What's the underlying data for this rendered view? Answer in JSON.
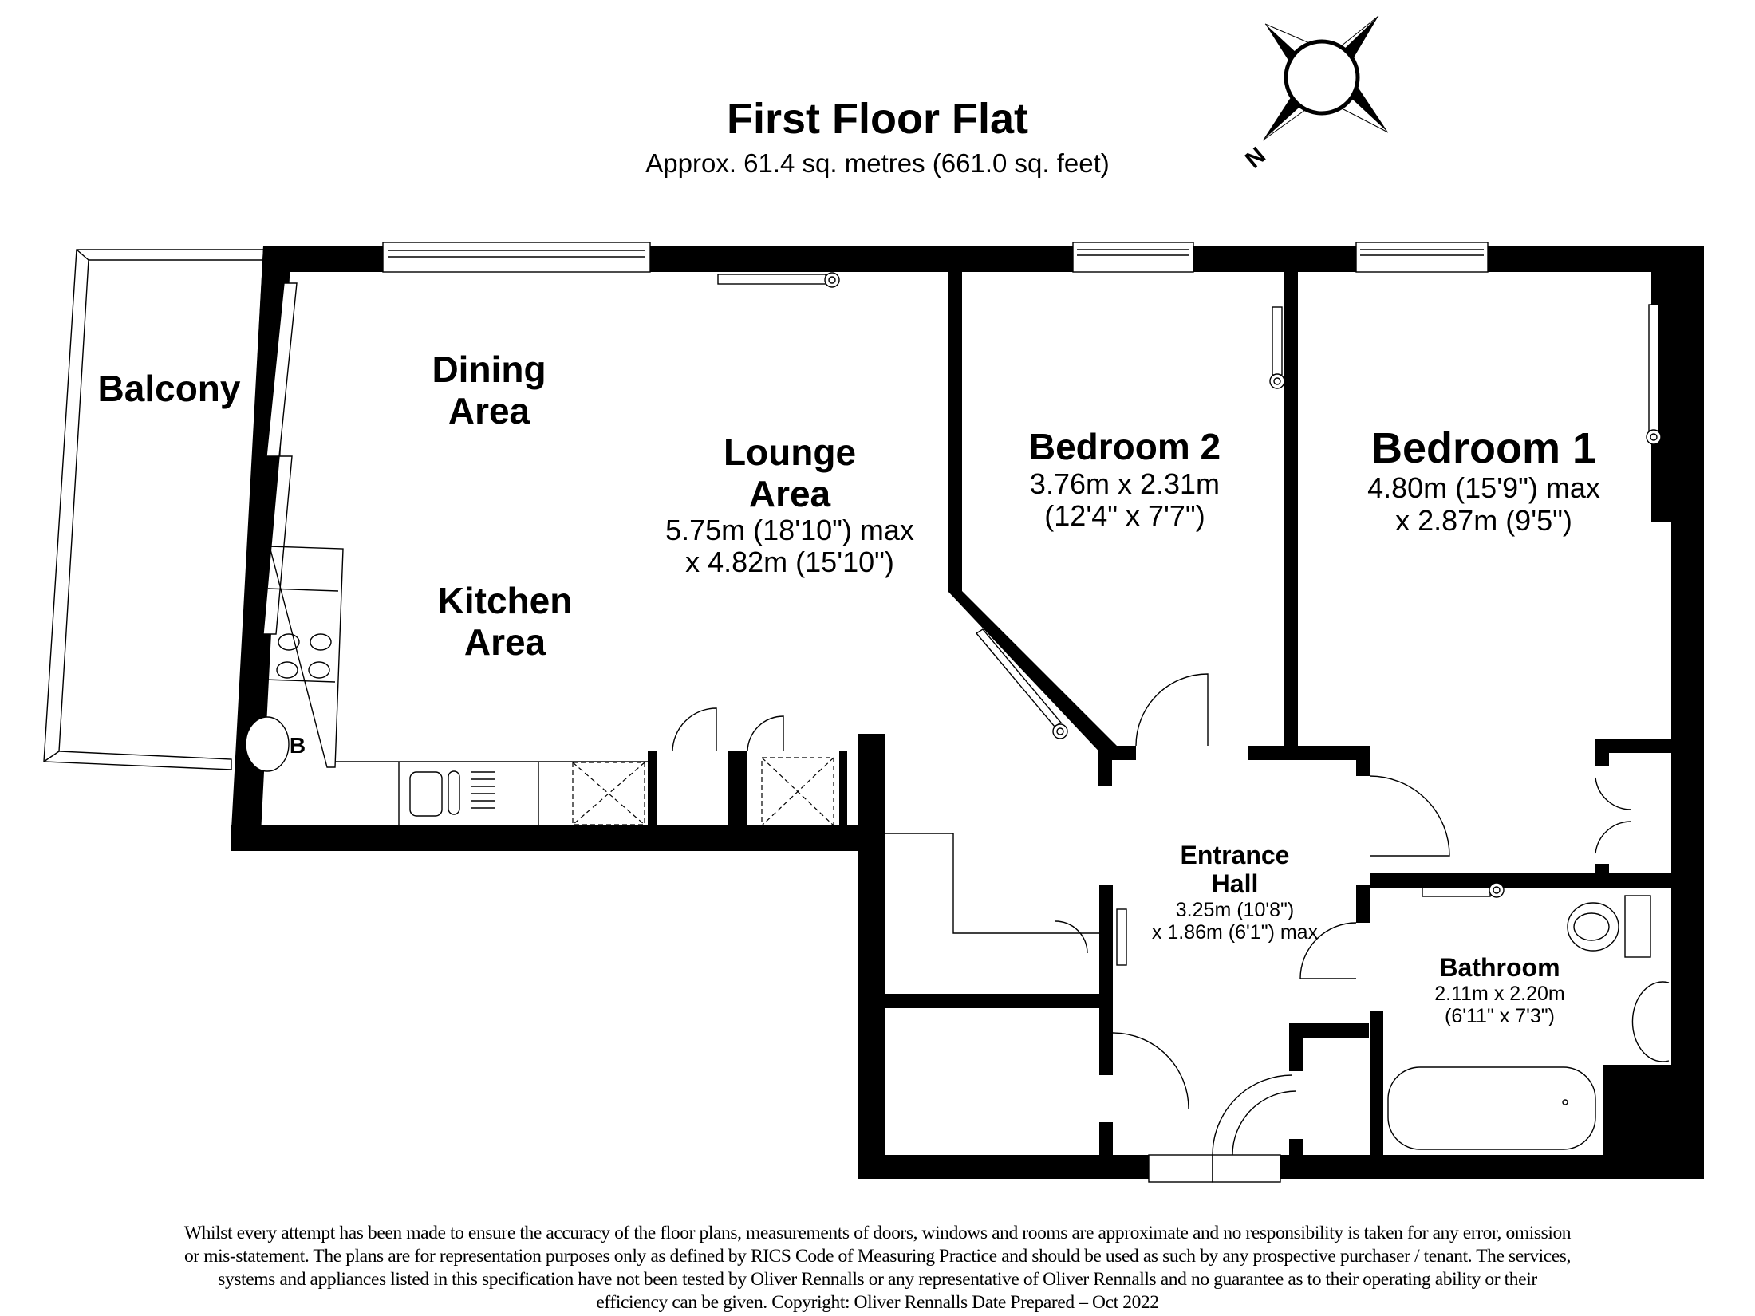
{
  "header": {
    "title": "First Floor Flat",
    "area": "Approx. 61.4 sq. metres (661.0 sq. feet)"
  },
  "compass": {
    "icon": "compass-rose-icon",
    "north_label": "N"
  },
  "rooms": {
    "balcony": {
      "name": "Balcony"
    },
    "dining": {
      "name_line1": "Dining",
      "name_line2": "Area"
    },
    "lounge": {
      "name_line1": "Lounge",
      "name_line2": "Area",
      "dim_line1": "5.75m (18'10\") max",
      "dim_line2": "x 4.82m (15'10\")"
    },
    "kitchen": {
      "name_line1": "Kitchen",
      "name_line2": "Area"
    },
    "boiler": {
      "label": "B"
    },
    "bedroom2": {
      "name": "Bedroom 2",
      "dim_line1": "3.76m x 2.31m",
      "dim_line2": "(12'4\" x 7'7\")"
    },
    "bedroom1": {
      "name": "Bedroom 1",
      "dim_line1": "4.80m (15'9\") max",
      "dim_line2": "x 2.87m (9'5\")"
    },
    "entrance_hall": {
      "name_line1": "Entrance",
      "name_line2": "Hall",
      "dim_line1": "3.25m (10'8\")",
      "dim_line2": "x 1.86m (6'1\") max"
    },
    "bathroom": {
      "name": "Bathroom",
      "dim_line1": "2.11m x 2.20m",
      "dim_line2": "(6'11\" x 7'3\")"
    }
  },
  "disclaimer": {
    "line1": "Whilst every attempt has been made to ensure the accuracy of the floor plans, measurements of doors, windows and rooms are approximate and no responsibility is taken for any error, omission",
    "line2": "or mis-statement. The plans are for representation purposes only as defined by RICS Code of Measuring Practice and should be used as such by any prospective purchaser / tenant. The services,",
    "line3": "systems and appliances listed in this specification have not been tested by Oliver Rennalls or any representative of Oliver Rennalls and no guarantee as to their operating ability or their",
    "line4": "efficiency can be given. Copyright: Oliver Rennalls Date Prepared – Oct 2022"
  },
  "colors": {
    "wall": "#000000",
    "background": "#ffffff"
  }
}
